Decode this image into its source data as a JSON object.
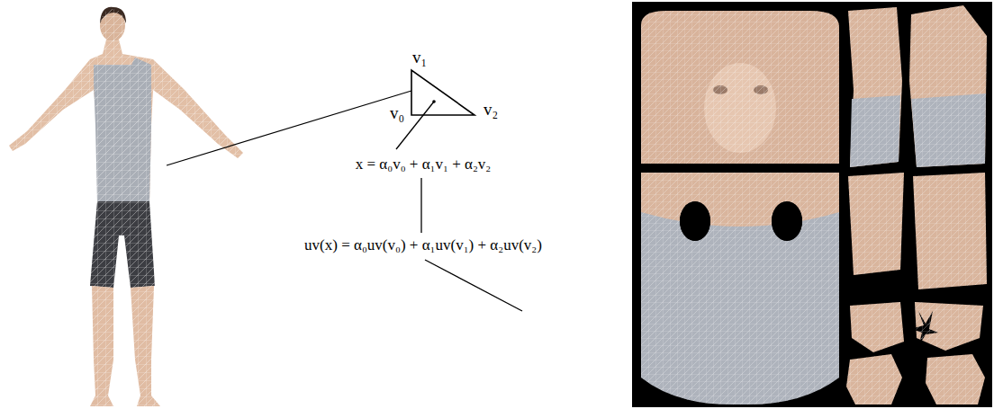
{
  "diagram": {
    "labels": [
      "v₁",
      "v₀",
      "v₂",
      "x = α₀v₀ + α₁v₁ + α₂v₂",
      "uv(x) = α₀uv(v₀) + α₁uv(v₁) + α₂uv(v₂)"
    ]
  }
}
